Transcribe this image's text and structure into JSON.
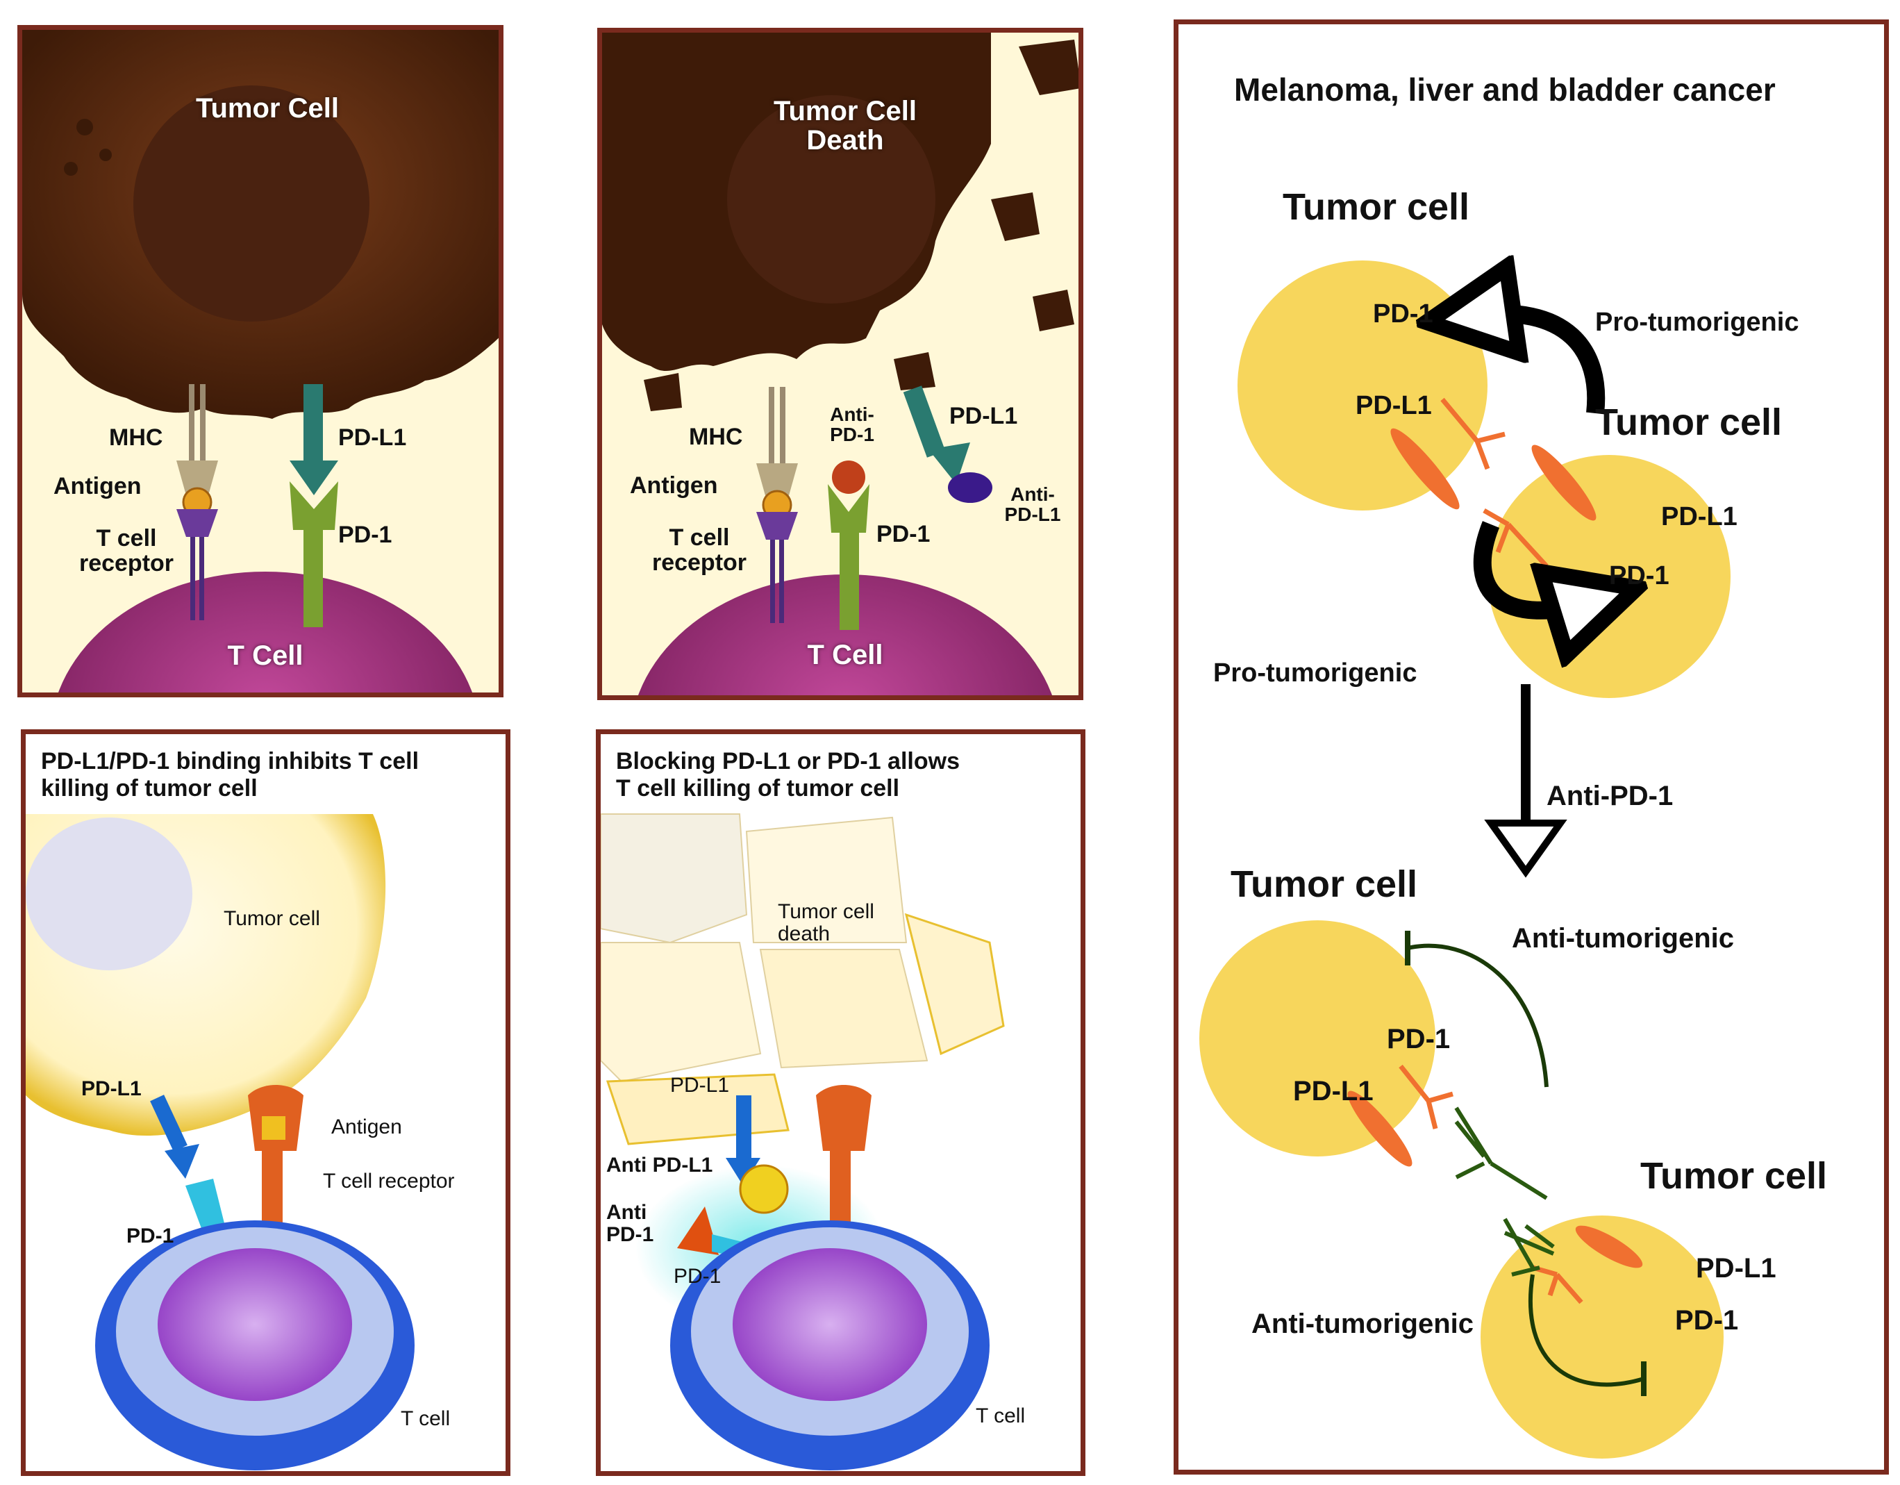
{
  "panel_a": {
    "tumor_cell": "Tumor Cell",
    "t_cell": "T Cell",
    "mhc": "MHC",
    "antigen": "Antigen",
    "tcr": "T cell\nreceptor",
    "pdl1": "PD-L1",
    "pd1": "PD-1"
  },
  "panel_b": {
    "tumor_cell": "Tumor Cell\nDeath",
    "t_cell": "T Cell",
    "mhc": "MHC",
    "antigen": "Antigen",
    "tcr": "T cell\nreceptor",
    "anti_pd1": "Anti-\nPD-1",
    "pdl1": "PD-L1",
    "anti_pdl1": "Anti-\nPD-L1",
    "pd1": "PD-1"
  },
  "panel_c": {
    "title": "PD-L1/PD-1 binding inhibits T cell\nkilling of tumor cell",
    "tumor_cell": "Tumor cell",
    "pdl1": "PD-L1",
    "antigen": "Antigen",
    "tcr": "T cell receptor",
    "pd1": "PD-1",
    "t_cell": "T cell"
  },
  "panel_d": {
    "title": "Blocking PD-L1 or PD-1 allows\nT cell killing of tumor cell",
    "tumor_death": "Tumor cell\ndeath",
    "pdl1": "PD-L1",
    "anti_pdl1": "Anti PD-L1",
    "anti_pd1": "Anti\nPD-1",
    "pd1": "PD-1",
    "t_cell": "T cell"
  },
  "panel_e": {
    "title": "Melanoma, liver and bladder cancer",
    "tumor_cell_1": "Tumor cell",
    "pd1_1": "PD-1",
    "pdl1_1": "PD-L1",
    "pro_tumorigenic_1": "Pro-tumorigenic",
    "tumor_cell_2": "Tumor cell",
    "pdl1_2": "PD-L1",
    "pd1_2": "PD-1",
    "pro_tumorigenic_2": "Pro-tumorigenic",
    "anti_pd1": "Anti-PD-1",
    "tumor_cell_3": "Tumor cell",
    "anti_tumorigenic_1": "Anti-tumorigenic",
    "pd1_3": "PD-1",
    "pdl1_3": "PD-L1",
    "tumor_cell_4": "Tumor cell",
    "pdl1_4": "PD-L1",
    "pd1_4": "PD-1",
    "anti_tumorigenic_2": "Anti-tumorigenic"
  }
}
